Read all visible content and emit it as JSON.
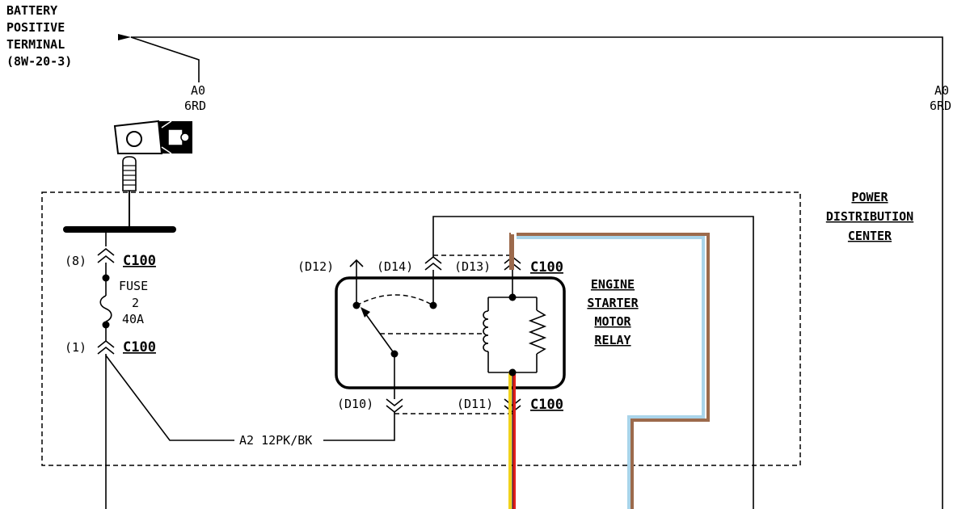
{
  "battery_terminal": {
    "lines": [
      "BATTERY",
      "POSITIVE",
      "TERMINAL",
      "(8W-20-3)"
    ]
  },
  "wires": {
    "a0_left_code": "A0",
    "a0_left_color": "6RD",
    "a0_right_code": "A0",
    "a0_right_color": "6RD",
    "a2_label": "A2 12PK/BK"
  },
  "power_distribution_center": {
    "lines": [
      "POWER",
      "DISTRIBUTION",
      "CENTER"
    ]
  },
  "fuse": {
    "label": "FUSE",
    "number": "2",
    "rating": "40A"
  },
  "connectors": {
    "c100_pin8_cavity": "(8)",
    "c100_pin8_name": "C100",
    "c100_pin1_cavity": "(1)",
    "c100_pin1_name": "C100",
    "d12": "(D12)",
    "d14": "(D14)",
    "d13": "(D13)",
    "d13_name": "C100",
    "d10": "(D10)",
    "d11": "(D11)",
    "d11_name": "C100"
  },
  "relay": {
    "lines": [
      "ENGINE",
      "STARTER",
      "MOTOR",
      "RELAY"
    ]
  },
  "colors": {
    "highlight_yellow": "#f2d21b",
    "highlight_red": "#e0201c",
    "highlight_blue": "#a9d4ea",
    "highlight_brown": "#9c6a4c"
  }
}
